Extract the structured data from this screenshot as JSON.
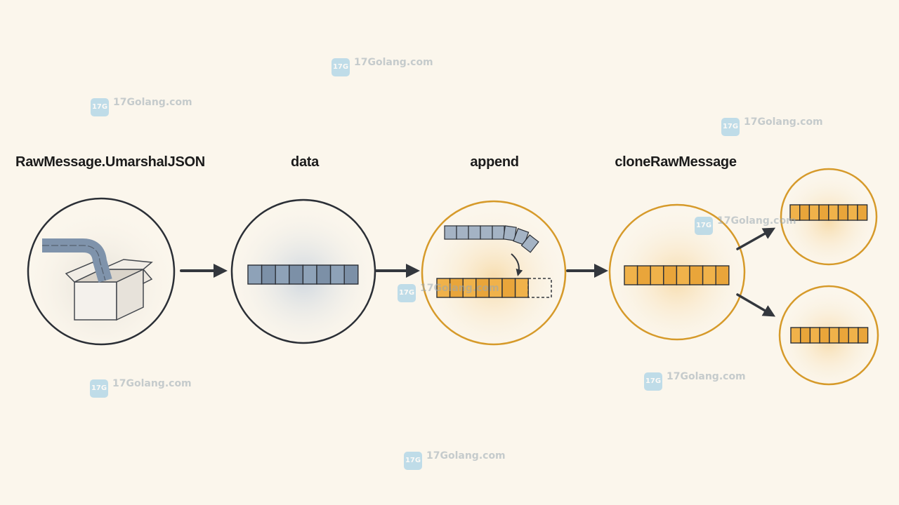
{
  "labels": {
    "raw": "RawMessage.UmarshalJSON",
    "data": "data",
    "append": "append",
    "clone": "cloneRawMessage"
  },
  "watermark": {
    "text": "17Golang.com",
    "icon": "17golang-logo-icon"
  },
  "colors": {
    "background": "#fbf6ec",
    "ink": "#2b2f36",
    "gold": "#d69a2a",
    "blue_cell": "#8ea2b8",
    "orange_cell": "#f0b24a"
  }
}
